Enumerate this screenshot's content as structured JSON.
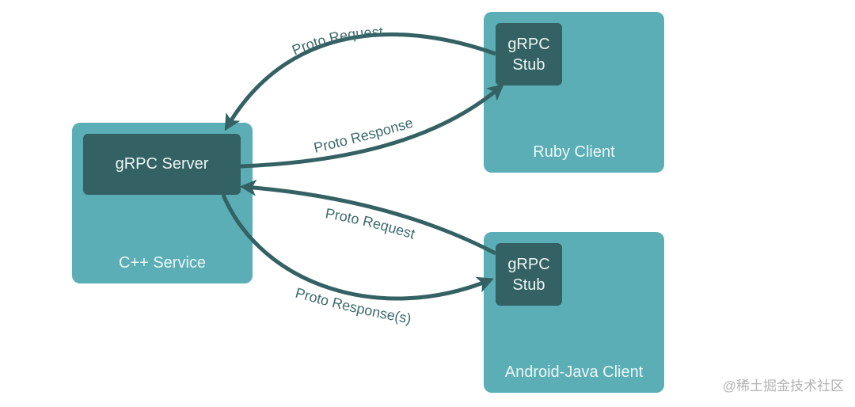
{
  "diagram": {
    "title": "gRPC architecture",
    "colors": {
      "panel": "#5baeb5",
      "inner_box": "#346163",
      "arrow": "#346163",
      "arrow_label": "#3d6a6c",
      "box_text": "#eaf5f5"
    },
    "nodes": {
      "cpp_service": {
        "label": "C++ Service",
        "inner": "gRPC Server"
      },
      "ruby_client": {
        "label": "Ruby Client",
        "inner_line1": "gRPC",
        "inner_line2": "Stub"
      },
      "android_client": {
        "label": "Android-Java Client",
        "inner_line1": "gRPC",
        "inner_line2": "Stub"
      }
    },
    "edges": [
      {
        "from": "ruby_client.stub",
        "to": "cpp_service.server",
        "label": "Proto Request"
      },
      {
        "from": "cpp_service.server",
        "to": "ruby_client.stub",
        "label": "Proto Response"
      },
      {
        "from": "android_client.stub",
        "to": "cpp_service.server",
        "label": "Proto Request"
      },
      {
        "from": "cpp_service.server",
        "to": "android_client.stub",
        "label": "Proto Response(s)"
      }
    ]
  },
  "watermark": "@稀土掘金技术社区"
}
